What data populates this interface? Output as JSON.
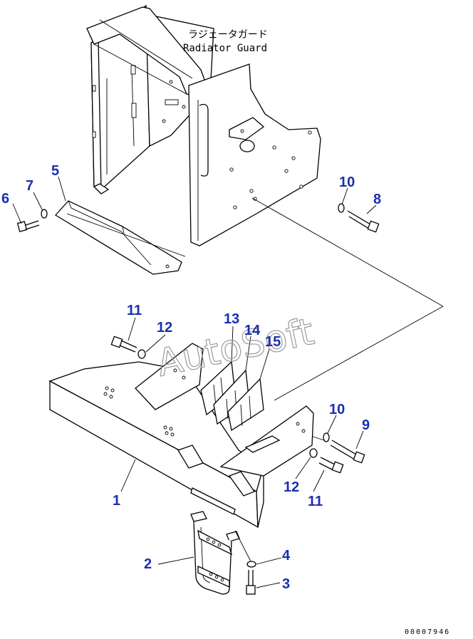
{
  "title": {
    "japanese": "ラジェータガード",
    "english": "Radiator Guard"
  },
  "watermark": "AutoSoft",
  "serial_number": "00007946",
  "callouts": [
    "1",
    "2",
    "3",
    "4",
    "5",
    "6",
    "7",
    "8",
    "9",
    "10",
    "10",
    "11",
    "11",
    "12",
    "12",
    "13",
    "14",
    "15"
  ]
}
